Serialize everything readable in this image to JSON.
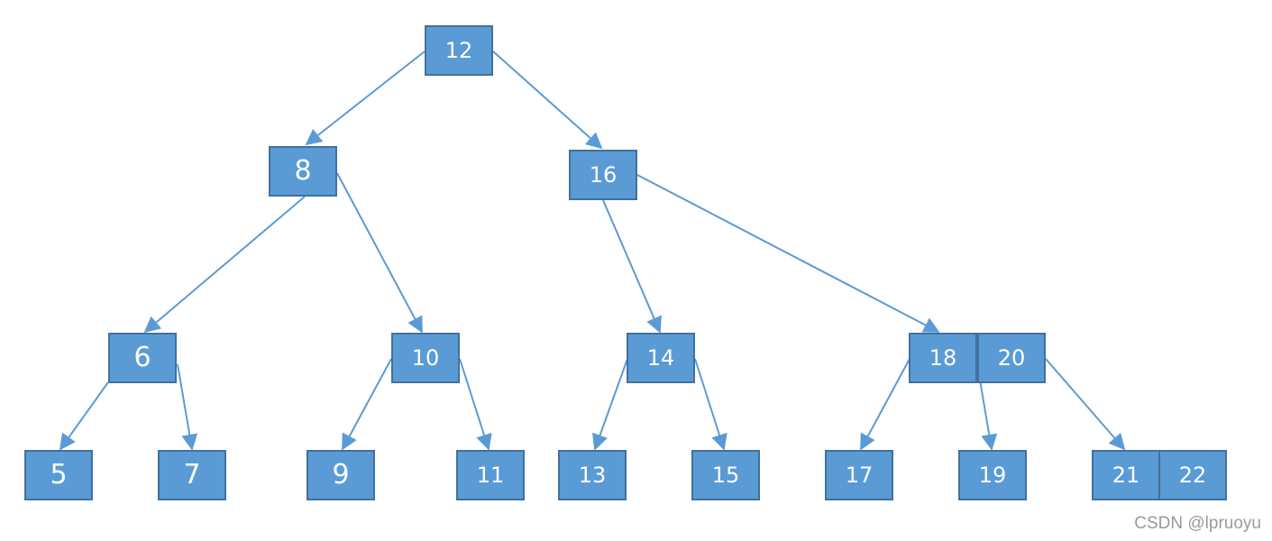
{
  "diagram": {
    "nodes": [
      {
        "id": "n12",
        "label": "12"
      },
      {
        "id": "n8",
        "label": "8"
      },
      {
        "id": "n16",
        "label": "16"
      },
      {
        "id": "n6",
        "label": "6"
      },
      {
        "id": "n10",
        "label": "10"
      },
      {
        "id": "n14",
        "label": "14"
      },
      {
        "id": "n18",
        "label": "18"
      },
      {
        "id": "n20",
        "label": "20"
      },
      {
        "id": "n5",
        "label": "5"
      },
      {
        "id": "n7",
        "label": "7"
      },
      {
        "id": "n9",
        "label": "9"
      },
      {
        "id": "n11",
        "label": "11"
      },
      {
        "id": "n13",
        "label": "13"
      },
      {
        "id": "n15",
        "label": "15"
      },
      {
        "id": "n17",
        "label": "17"
      },
      {
        "id": "n19",
        "label": "19"
      },
      {
        "id": "n21",
        "label": "21"
      },
      {
        "id": "n22",
        "label": "22"
      }
    ],
    "edges": [
      {
        "from": "12",
        "to": "8"
      },
      {
        "from": "12",
        "to": "16"
      },
      {
        "from": "8",
        "to": "6"
      },
      {
        "from": "8",
        "to": "10"
      },
      {
        "from": "16",
        "to": "14"
      },
      {
        "from": "16",
        "to": "18 20"
      },
      {
        "from": "6",
        "to": "5"
      },
      {
        "from": "6",
        "to": "7"
      },
      {
        "from": "10",
        "to": "9"
      },
      {
        "from": "10",
        "to": "11"
      },
      {
        "from": "14",
        "to": "13"
      },
      {
        "from": "14",
        "to": "15"
      },
      {
        "from": "18 20",
        "to": "17"
      },
      {
        "from": "18 20",
        "to": "19"
      },
      {
        "from": "18 20",
        "to": "21 22"
      }
    ],
    "colors": {
      "node_fill": "#5b9bd5",
      "node_border": "#41719c",
      "edge": "#5b9bd5",
      "text": "#ffffff"
    }
  },
  "watermark": "CSDN @lpruoyu"
}
